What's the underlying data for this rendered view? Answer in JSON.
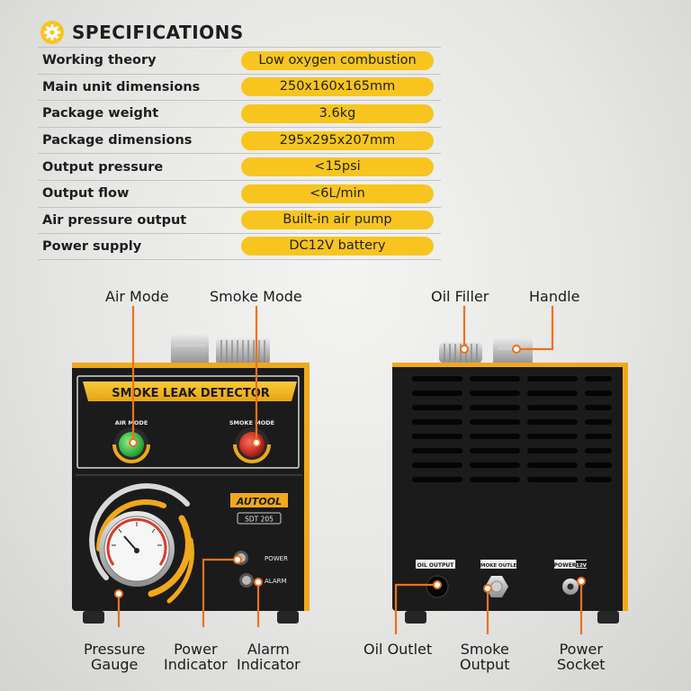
{
  "header": {
    "title": "SPECIFICATIONS"
  },
  "specs": [
    {
      "label": "Working theory",
      "value": "Low oxygen combustion"
    },
    {
      "label": "Main unit dimensions",
      "value": "250x160x165mm"
    },
    {
      "label": "Package weight",
      "value": "3.6kg"
    },
    {
      "label": "Package dimensions",
      "value": "295x295x207mm"
    },
    {
      "label": "Output pressure",
      "value": "<15psi"
    },
    {
      "label": "Output flow",
      "value": "<6L/min"
    },
    {
      "label": "Air pressure output",
      "value": "Built-in air pump"
    },
    {
      "label": "Power supply",
      "value": "DC12V battery"
    }
  ],
  "front": {
    "banner": "SMOKE LEAK DETECTOR",
    "air_mode_label": "AIR MODE",
    "smoke_mode_label": "SMOKE MODE",
    "brand": "AUTOOL",
    "model": "SDT 205",
    "power_label": "POWER",
    "alarm_label": "ALARM"
  },
  "back": {
    "oil_output_label": "OIL OUTPUT",
    "smoke_outlet_label": "SMOKE OUTLET",
    "power_label": "POWER",
    "voltage_badge": "12V"
  },
  "callouts": {
    "air_mode": "Air Mode",
    "smoke_mode": "Smoke Mode",
    "pressure_gauge_line1": "Pressure",
    "pressure_gauge_line2": "Gauge",
    "power_indicator_line1": "Power",
    "power_indicator_line2": "Indicator",
    "alarm_indicator_line1": "Alarm",
    "alarm_indicator_line2": "Indicator",
    "oil_filler": "Oil Filler",
    "handle": "Handle",
    "oil_outlet": "Oil Outlet",
    "smoke_output_line1": "Smoke",
    "smoke_output_line2": "Output",
    "power_socket_line1": "Power",
    "power_socket_line2": "Socket"
  },
  "colors": {
    "accent": "#f7c51e",
    "callout_line": "#e8731f",
    "device_body": "#1b1b1b",
    "orange": "#f0a81c"
  }
}
